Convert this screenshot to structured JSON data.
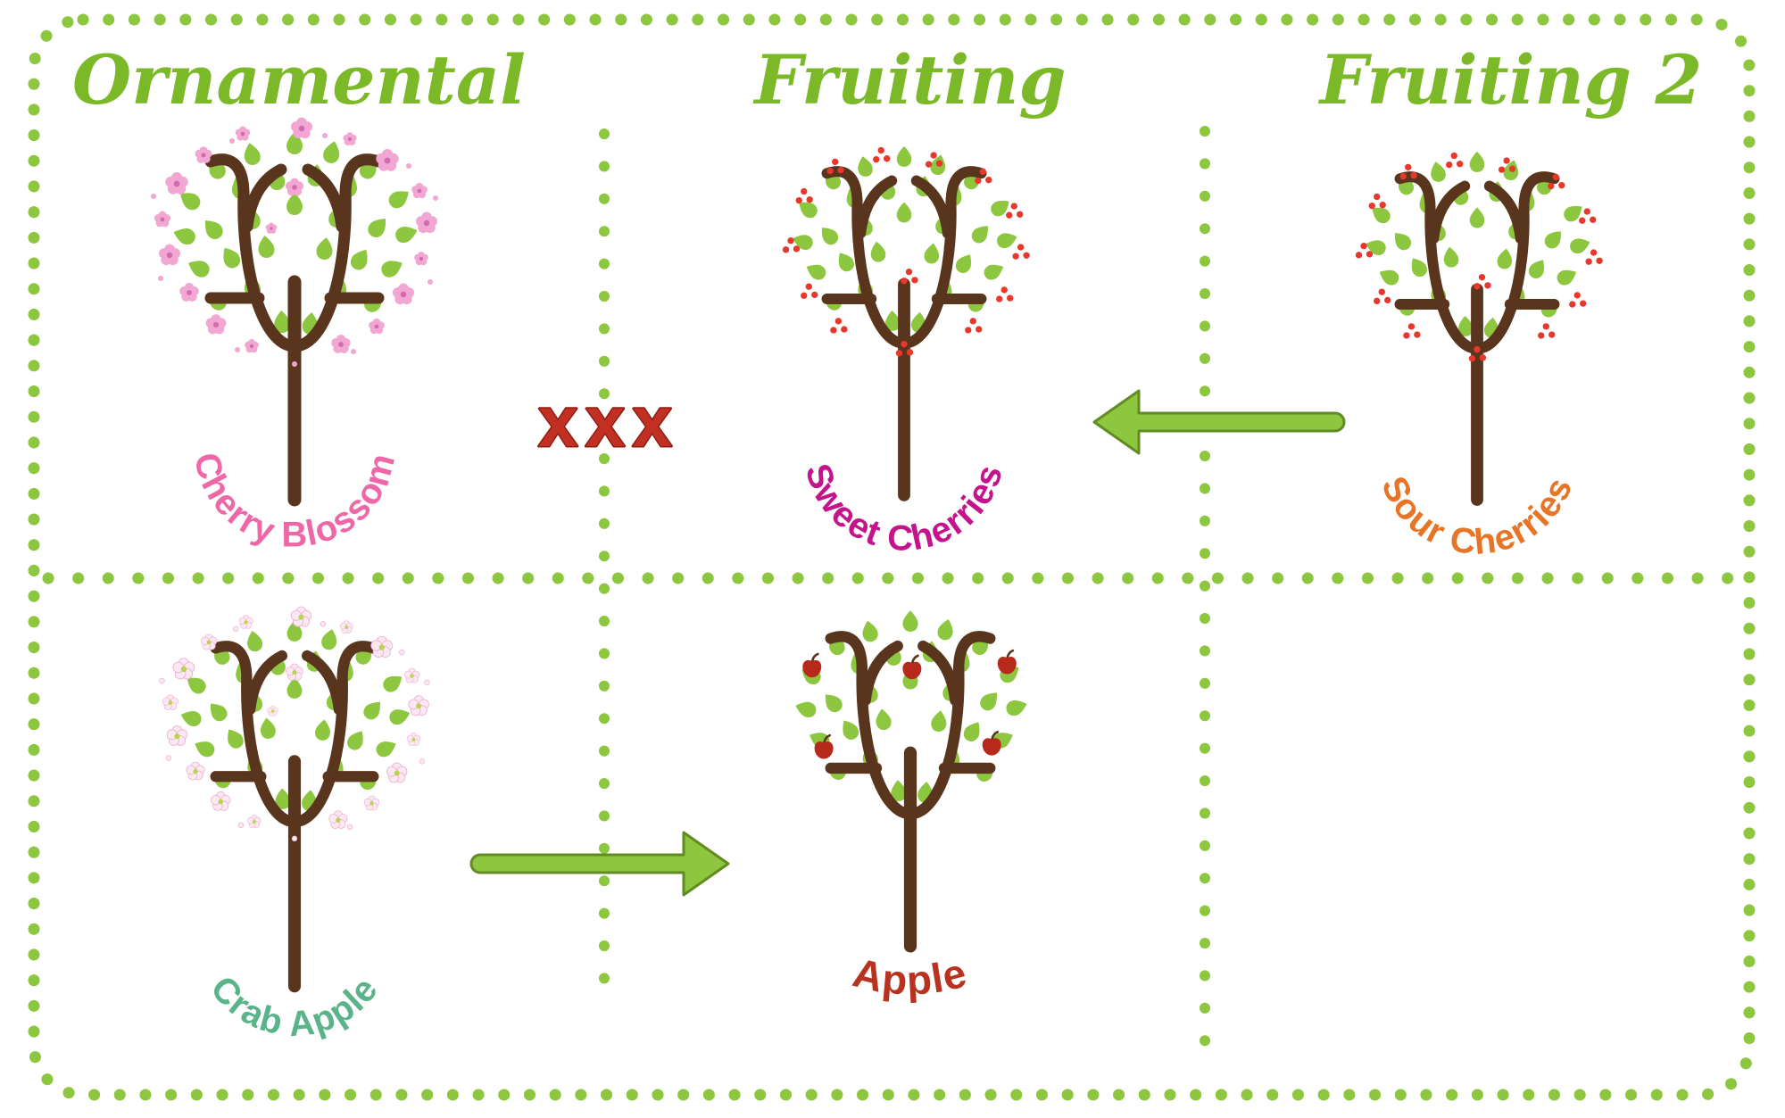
{
  "headers": [
    {
      "label": "Ornamental",
      "color": "#7cb928"
    },
    {
      "label": "Fruiting",
      "color": "#7cb928"
    },
    {
      "label": "Fruiting 2",
      "color": "#7cb928"
    }
  ],
  "trees": [
    {
      "id": "cherry-blossom",
      "name": "Cherry Blossom",
      "label_color": "#ee68a8",
      "variant": "cherry-blossom"
    },
    {
      "id": "sweet-cherries",
      "name": "Sweet Cherries",
      "label_color": "#c4148c",
      "variant": "cherries"
    },
    {
      "id": "sour-cherries",
      "name": "Sour Cherries",
      "label_color": "#e87425",
      "variant": "cherries"
    },
    {
      "id": "crab-apple",
      "name": "Crab Apple",
      "label_color": "#5bb389",
      "variant": "crab-blossom"
    },
    {
      "id": "apple",
      "name": "Apple",
      "label_color": "#b8321f",
      "variant": "apples"
    }
  ],
  "markers": {
    "cross_text": "x x x",
    "cross_color": "#c13022",
    "cross_outline": "#8f1c12"
  },
  "arrows": [
    {
      "id": "sour-to-sweet",
      "direction": "left"
    },
    {
      "id": "crab-to-apple",
      "direction": "right"
    }
  ],
  "colors": {
    "dots": "#8dc63f",
    "leaf": "#8dc63f",
    "trunk": "#5a351e",
    "arrow_fill": "#8dc63f",
    "arrow_stroke": "#618c22",
    "blossom_petal": "#f1a7d1",
    "blossom_center": "#d469ae",
    "pale_petal": "#fce8f3",
    "pale_stroke": "#edb3d4",
    "pale_center": "#b9d44f",
    "cherry_red": "#e7382b",
    "apple_red": "#b6291b",
    "background": "#ffffff"
  }
}
